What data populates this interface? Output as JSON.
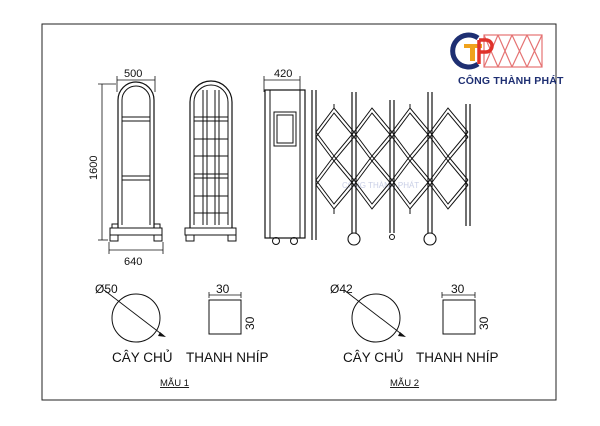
{
  "logo": {
    "brand_text": "CÔNG THÀNH PHÁT",
    "colors": {
      "navy": "#1e2f72",
      "red": "#e0322a",
      "orange": "#f0a21b",
      "grid": "#e57373"
    },
    "icon": "ctp-gate-logo-icon"
  },
  "watermark": {
    "text": "CÔNG THÀNH PHÁT"
  },
  "gate_views": {
    "front": {
      "width_label": "500",
      "height_label": "1600",
      "base_label": "640"
    },
    "mid": {},
    "side": {
      "width_label": "420"
    }
  },
  "sample1": {
    "pipe": {
      "diameter_label": "Ø50",
      "caption": "CÂY CHỦ"
    },
    "bar": {
      "top_label": "30",
      "side_label": "30",
      "caption": "THANH NHÍP"
    },
    "title": "MẪU 1"
  },
  "sample2": {
    "pipe": {
      "diameter_label": "Ø42",
      "caption": "CÂY CHỦ"
    },
    "bar": {
      "top_label": "30",
      "side_label": "30",
      "caption": "THANH NHÍP"
    },
    "title": "MẪU 2"
  }
}
